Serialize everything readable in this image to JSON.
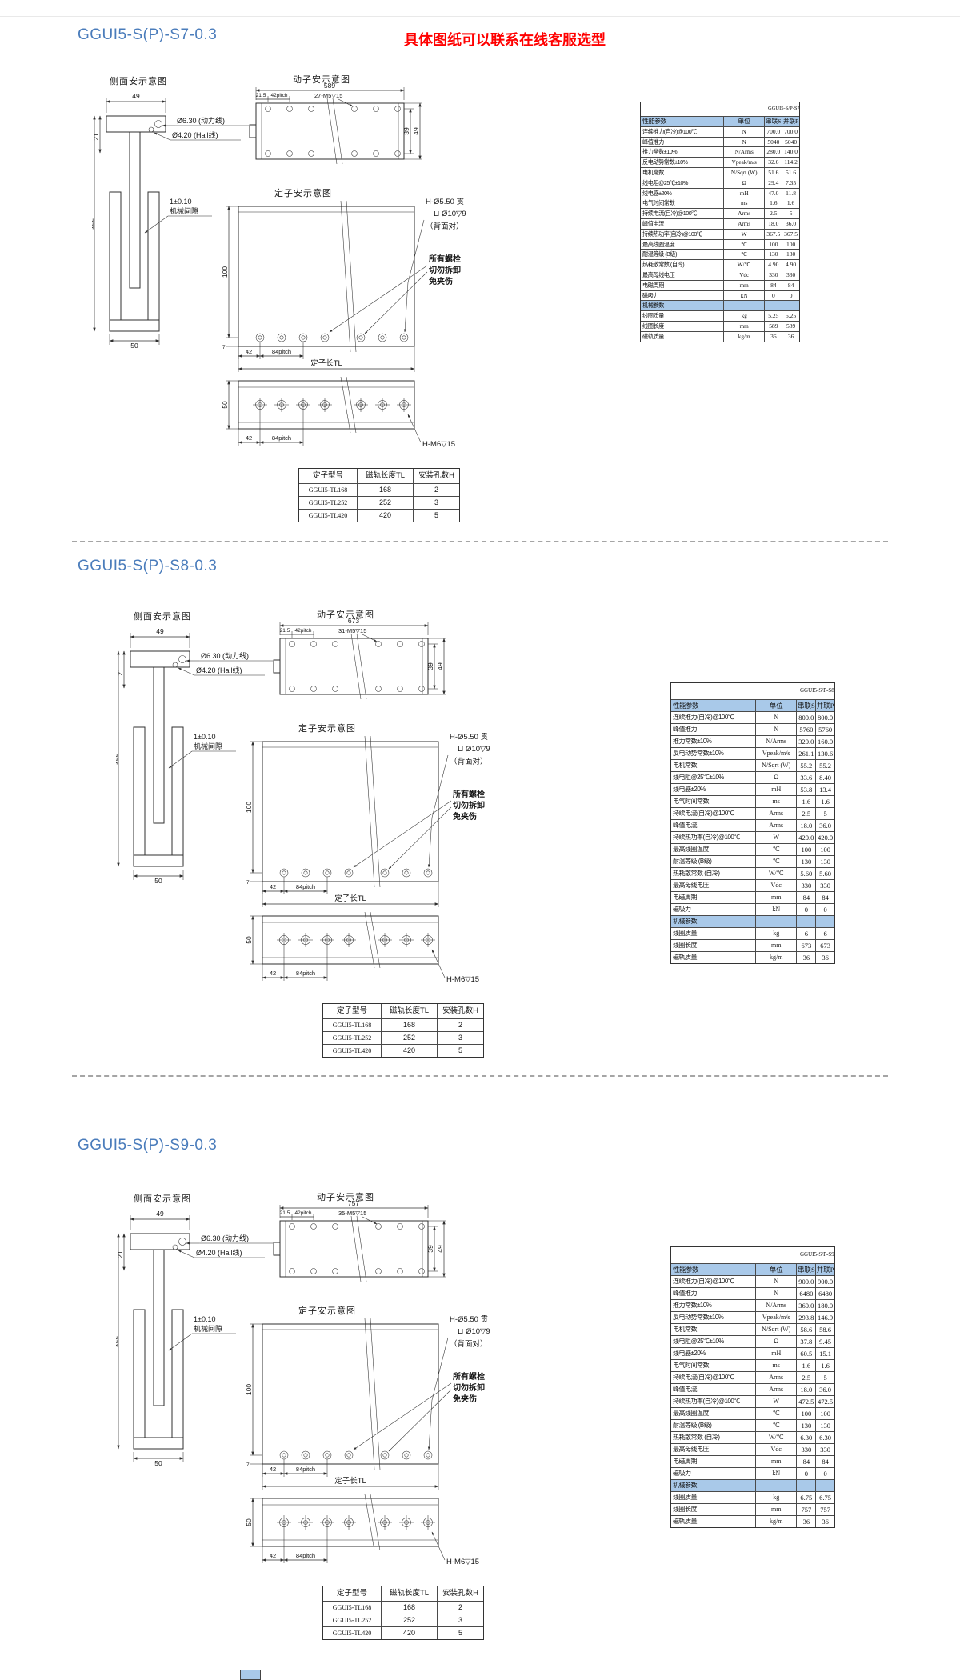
{
  "note_red": "具体图纸可以联系在线客服选型",
  "shared": {
    "side_label": "侧面安示意图",
    "mover_label": "动子安示意图",
    "stator_label": "定子安示意图",
    "dim_49": "49",
    "dim_21": "21",
    "dim_122": "122",
    "dim_50": "50",
    "power_cable": "Ø6.30 (动力线)",
    "hall_cable": "Ø4.20 (Hall线)",
    "gap_line1": "1±0.10",
    "gap_line2": "机械间隙",
    "dim_21_5": "21.5",
    "dim_42pitch": "42pitch",
    "dim_39": "39",
    "dim_42": "42",
    "dim_84pitch": "84pitch",
    "dim_100": "100",
    "dim_7": "7",
    "stator_len_label": "定子长TL",
    "hole_callout_1": "H-Ø5.50 贯",
    "hole_callout_2": "⊔ Ø10▽9",
    "hole_callout_3": "（背面对）",
    "bolt_warn_1": "所有螺栓",
    "bolt_warn_2": "切勿拆卸",
    "bolt_warn_3": "免夹伤",
    "rail_dim_50": "50",
    "rail_hole_label": "H-M6▽15"
  },
  "sections": [
    {
      "title": "GGUI5-S(P)-S7-0.3",
      "mover_length": "589",
      "screw_label": "27-M5▽15",
      "spec": {
        "model": "GGUI5-S/P-S7",
        "headers": [
          "性能参数",
          "单位",
          "串联S",
          "并联P"
        ],
        "rows": [
          [
            "连续推力(自冷)@100℃",
            "N",
            "700.0",
            "700.0"
          ],
          [
            "峰值推力",
            "N",
            "5040",
            "5040"
          ],
          [
            "推力常数±10%",
            "N/Arms",
            "280.0",
            "140.0"
          ],
          [
            "反电动势常数±10%",
            "Vpeak/m/s",
            "32.6",
            "114.2"
          ],
          [
            "电机常数",
            "N/Sqrt (W)",
            "51.6",
            "51.6"
          ],
          [
            "线电阻@25℃±10%",
            "Ω",
            "29.4",
            "7.35"
          ],
          [
            "线电感±20%",
            "mH",
            "47.0",
            "11.8"
          ],
          [
            "电气时间常数",
            "ms",
            "1.6",
            "1.6"
          ],
          [
            "持续电流(自冷)@100℃",
            "Arms",
            "2.5",
            "5"
          ],
          [
            "峰值电流",
            "Arms",
            "18.0",
            "36.0"
          ],
          [
            "持续热功率(自冷)@100℃",
            "W",
            "367.5",
            "367.5"
          ],
          [
            "最高线圈温度",
            "℃",
            "100",
            "100"
          ],
          [
            "耐温等级 (B级)",
            "℃",
            "130",
            "130"
          ],
          [
            "热耗散常数 (自冷)",
            "W/℃",
            "4.90",
            "4.90"
          ],
          [
            "最高母线电压",
            "Vdc",
            "330",
            "330"
          ],
          [
            "电磁周期",
            "mm",
            "84",
            "84"
          ],
          [
            "磁吸力",
            "kN",
            "0",
            "0"
          ]
        ],
        "mech_header_row": [
          "机械参数",
          "",
          "",
          ""
        ],
        "mech_rows": [
          [
            "线圈质量",
            "kg",
            "5.25",
            "5.25"
          ],
          [
            "线圈长度",
            "mm",
            "589",
            "589"
          ],
          [
            "磁轨质量",
            "kg/m",
            "36",
            "36"
          ]
        ]
      },
      "stator_table": {
        "headers": [
          "定子型号",
          "磁轨长度TL",
          "安装孔数H"
        ],
        "rows": [
          [
            "GGUI5-TL168",
            "168",
            "2"
          ],
          [
            "GGUI5-TL252",
            "252",
            "3"
          ],
          [
            "GGUI5-TL420",
            "420",
            "5"
          ]
        ]
      }
    },
    {
      "title": "GGUI5-S(P)-S8-0.3",
      "mover_length": "673",
      "screw_label": "31-M5▽15",
      "spec": {
        "model": "GGUI5-S/P-S8",
        "headers": [
          "性能参数",
          "单位",
          "串联S",
          "并联P"
        ],
        "rows": [
          [
            "连续推力(自冷)@100℃",
            "N",
            "800.0",
            "800.0"
          ],
          [
            "峰值推力",
            "N",
            "5760",
            "5760"
          ],
          [
            "推力常数±10%",
            "N/Arms",
            "320.0",
            "160.0"
          ],
          [
            "反电动势常数±10%",
            "Vpeak/m/s",
            "261.1",
            "130.6"
          ],
          [
            "电机常数",
            "N/Sqrt (W)",
            "55.2",
            "55.2"
          ],
          [
            "线电阻@25℃±10%",
            "Ω",
            "33.6",
            "8.40"
          ],
          [
            "线电感±20%",
            "mH",
            "53.8",
            "13.4"
          ],
          [
            "电气时间常数",
            "ms",
            "1.6",
            "1.6"
          ],
          [
            "持续电流(自冷)@100℃",
            "Arms",
            "2.5",
            "5"
          ],
          [
            "峰值电流",
            "Arms",
            "18.0",
            "36.0"
          ],
          [
            "持续热功率(自冷)@100℃",
            "W",
            "420.0",
            "420.0"
          ],
          [
            "最高线圈温度",
            "℃",
            "100",
            "100"
          ],
          [
            "耐温等级 (B级)",
            "℃",
            "130",
            "130"
          ],
          [
            "热耗散常数 (自冷)",
            "W/℃",
            "5.60",
            "5.60"
          ],
          [
            "最高母线电压",
            "Vdc",
            "330",
            "330"
          ],
          [
            "电磁周期",
            "mm",
            "84",
            "84"
          ],
          [
            "磁吸力",
            "kN",
            "0",
            "0"
          ]
        ],
        "mech_header_row": [
          "机械参数",
          "",
          "",
          ""
        ],
        "mech_rows": [
          [
            "线圈质量",
            "kg",
            "6",
            "6"
          ],
          [
            "线圈长度",
            "mm",
            "673",
            "673"
          ],
          [
            "磁轨质量",
            "kg/m",
            "36",
            "36"
          ]
        ]
      },
      "stator_table": {
        "headers": [
          "定子型号",
          "磁轨长度TL",
          "安装孔数H"
        ],
        "rows": [
          [
            "GGUI5-TL168",
            "168",
            "2"
          ],
          [
            "GGUI5-TL252",
            "252",
            "3"
          ],
          [
            "GGUI5-TL420",
            "420",
            "5"
          ]
        ]
      }
    },
    {
      "title": "GGUI5-S(P)-S9-0.3",
      "mover_length": "757",
      "screw_label": "35-M5▽15",
      "spec": {
        "model": "GGUI5-S/P-S9",
        "headers": [
          "性能参数",
          "单位",
          "串联S",
          "并联P"
        ],
        "rows": [
          [
            "连续推力(自冷)@100℃",
            "N",
            "900.0",
            "900.0"
          ],
          [
            "峰值推力",
            "N",
            "6480",
            "6480"
          ],
          [
            "推力常数±10%",
            "N/Arms",
            "360.0",
            "180.0"
          ],
          [
            "反电动势常数±10%",
            "Vpeak/m/s",
            "293.8",
            "146.9"
          ],
          [
            "电机常数",
            "N/Sqrt (W)",
            "58.6",
            "58.6"
          ],
          [
            "线电阻@25℃±10%",
            "Ω",
            "37.8",
            "9.45"
          ],
          [
            "线电感±20%",
            "mH",
            "60.5",
            "15.1"
          ],
          [
            "电气时间常数",
            "ms",
            "1.6",
            "1.6"
          ],
          [
            "持续电流(自冷)@100℃",
            "Arms",
            "2.5",
            "5"
          ],
          [
            "峰值电流",
            "Arms",
            "18.0",
            "36.0"
          ],
          [
            "持续热功率(自冷)@100℃",
            "W",
            "472.5",
            "472.5"
          ],
          [
            "最高线圈温度",
            "℃",
            "100",
            "100"
          ],
          [
            "耐温等级 (B级)",
            "℃",
            "130",
            "130"
          ],
          [
            "热耗散常数 (自冷)",
            "W/℃",
            "6.30",
            "6.30"
          ],
          [
            "最高母线电压",
            "Vdc",
            "330",
            "330"
          ],
          [
            "电磁周期",
            "mm",
            "84",
            "84"
          ],
          [
            "磁吸力",
            "kN",
            "0",
            "0"
          ]
        ],
        "mech_header_row": [
          "机械参数",
          "",
          "",
          ""
        ],
        "mech_rows": [
          [
            "线圈质量",
            "kg",
            "6.75",
            "6.75"
          ],
          [
            "线圈长度",
            "mm",
            "757",
            "757"
          ],
          [
            "磁轨质量",
            "kg/m",
            "36",
            "36"
          ]
        ]
      },
      "stator_table": {
        "headers": [
          "定子型号",
          "磁轨长度TL",
          "安装孔数H"
        ],
        "rows": [
          [
            "GGUI5-TL168",
            "168",
            "2"
          ],
          [
            "GGUI5-TL252",
            "252",
            "3"
          ],
          [
            "GGUI5-TL420",
            "420",
            "5"
          ]
        ]
      }
    }
  ]
}
